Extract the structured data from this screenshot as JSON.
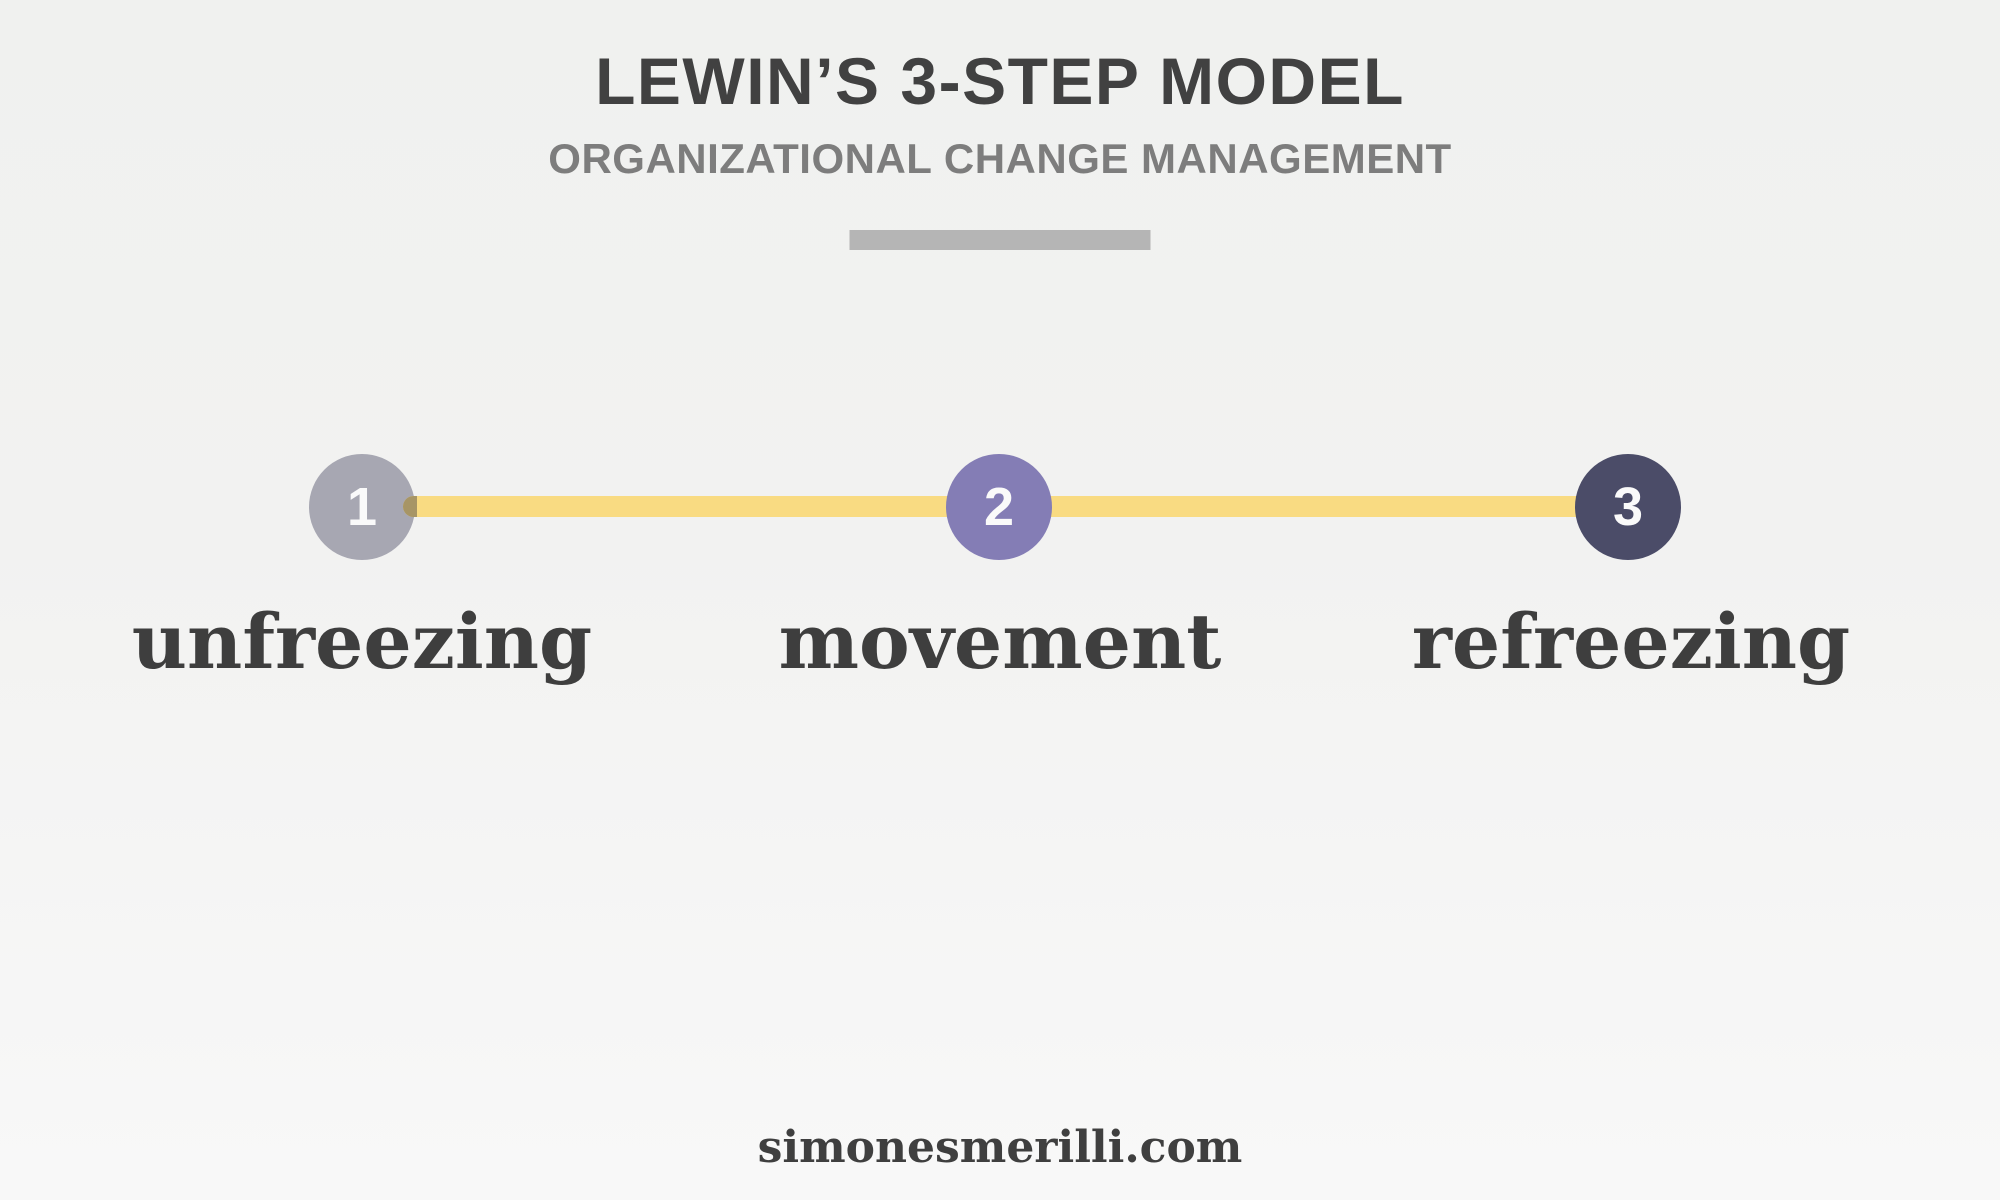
{
  "header": {
    "title": "LEWIN’S 3-STEP MODEL",
    "subtitle": "ORGANIZATIONAL CHANGE MANAGEMENT"
  },
  "diagram": {
    "type": "horizontal 3-step timeline",
    "connector_color": "#f9db82",
    "steps": [
      {
        "number": "1",
        "label": "unfreezing",
        "circle_color": "#a7a7b2"
      },
      {
        "number": "2",
        "label": "movement",
        "circle_color": "#847db5"
      },
      {
        "number": "3",
        "label": "refreezing",
        "circle_color": "#4b4c68"
      }
    ]
  },
  "footer": {
    "website": "simonesmerilli.com"
  },
  "colors": {
    "background_top": "#f0f1ef",
    "background_bottom": "#f8f8f8",
    "title_text": "#414141",
    "subtitle_text": "#7d7d7d",
    "divider_bar": "#b5b5b5",
    "step_label_text": "#3e3e3e",
    "circle_number_text": "#fafafa"
  }
}
